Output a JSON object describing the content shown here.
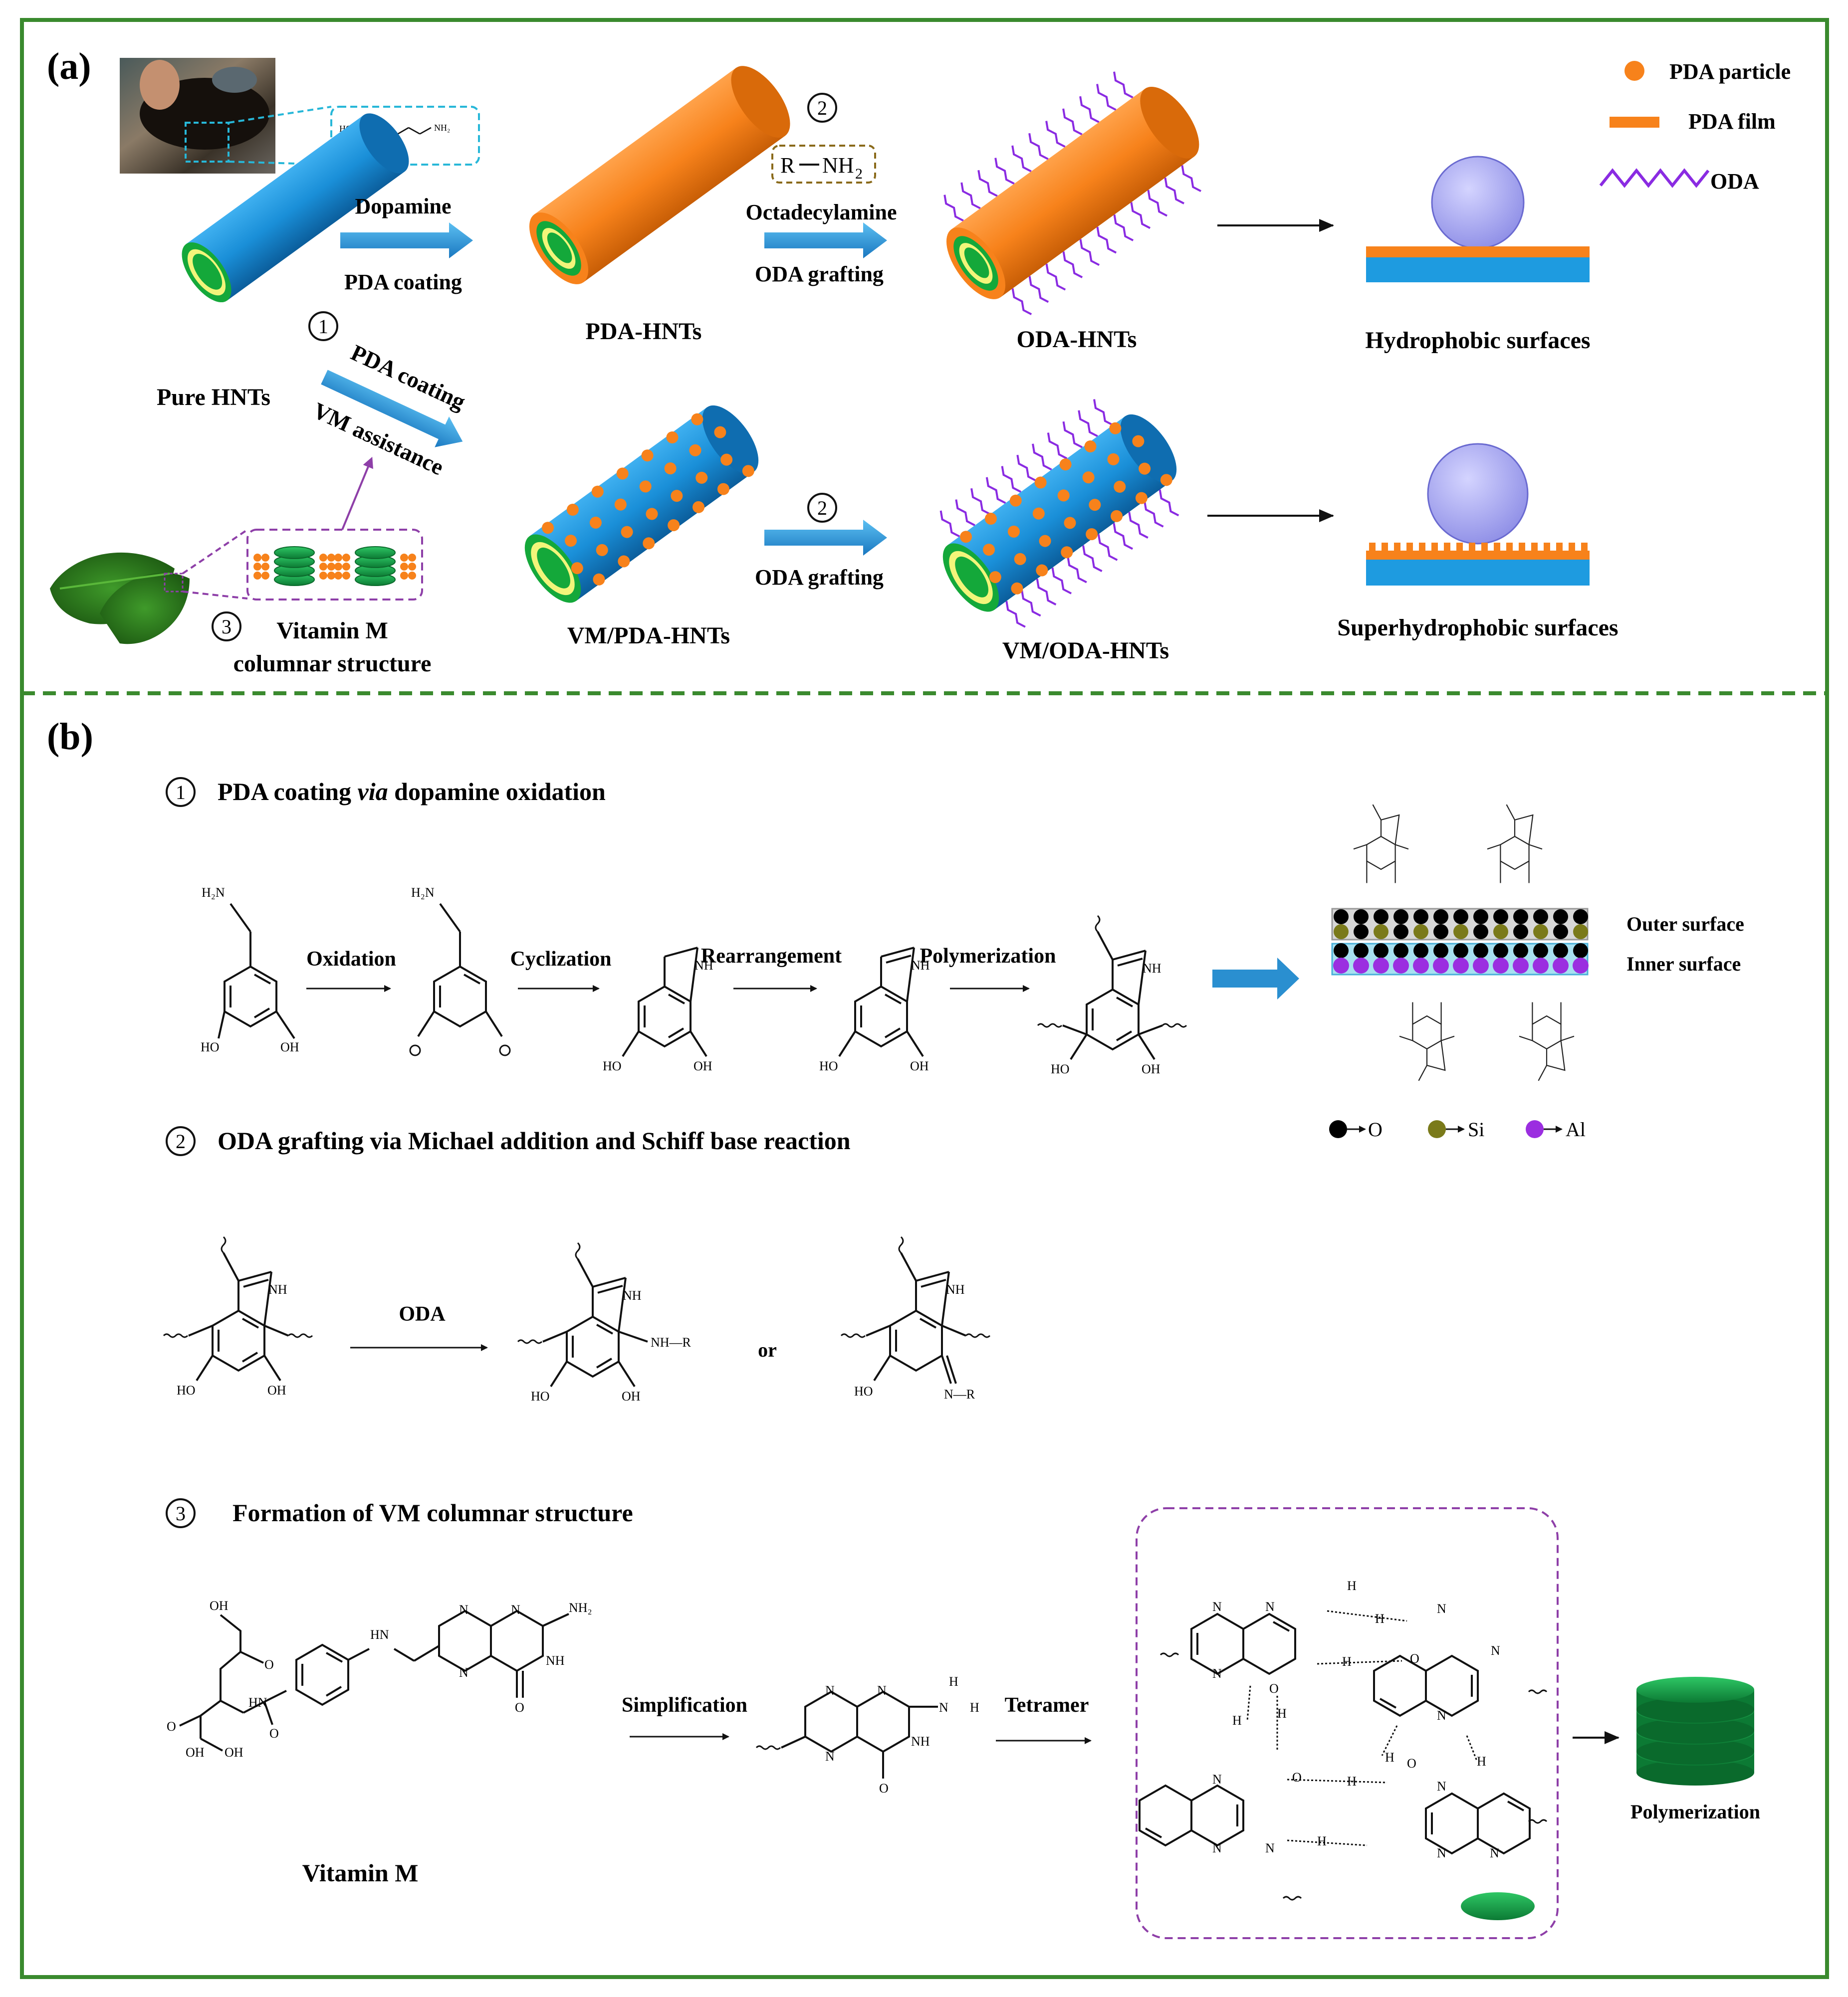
{
  "colors": {
    "frame_green": "#3a8a2e",
    "hnt_blue": "#1a8fd8",
    "hnt_blue_dark": "#0f6db0",
    "pda_orange": "#f7821b",
    "pda_orange_dark": "#d96a0a",
    "lumen_green": "#14a83a",
    "lumen_ring": "#f2f57a",
    "oda_purple": "#8a2be2",
    "droplet": "#a8a8f2",
    "substrate_blue": "#1e9be0",
    "arrow_blue": "#2a8fd0",
    "vm_green": "#1aa54a",
    "dashed_purple": "#8e3fa8",
    "dashed_cyan": "#27b7d8",
    "atom_O": "#000000",
    "atom_Si": "#7a7a1a",
    "atom_Al": "#9b2ee0"
  },
  "panel_a": {
    "label": "(a)",
    "legend": {
      "pda_particle": "PDA particle",
      "pda_film": "PDA film",
      "oda": "ODA"
    },
    "circled_1": "1",
    "circled_2_top": "2",
    "circled_2_bottom": "2",
    "circled_3": "3",
    "dopamine_label": "Dopamine",
    "pda_coating_label": "PDA coating",
    "rnh2_r": "R",
    "rnh2_nh": "NH",
    "rnh2_sub": "2",
    "octadecylamine_label": "Octadecylamine",
    "oda_grafting_top": "ODA grafting",
    "oda_grafting_bottom": "ODA grafting",
    "diag_pda_coating": "PDA coating",
    "diag_vm_assistance": "VM assistance",
    "pure_hnts": "Pure HNTs",
    "pda_hnts": "PDA-HNTs",
    "oda_hnts": "ODA-HNTs",
    "hydrophobic": "Hydrophobic surfaces",
    "vm_pda_hnts": "VM/PDA-HNTs",
    "vm_oda_hnts": "VM/ODA-HNTs",
    "superhydrophobic": "Superhydrophobic surfaces",
    "vitamin_m": "Vitamin M",
    "columnar": "columnar structure",
    "mini_ho1": "HO",
    "mini_ho2": "HO",
    "mini_nh2": "NH₂"
  },
  "panel_b": {
    "label": "(b)",
    "step1": {
      "num": "1",
      "title_a": "PDA coating ",
      "title_via": "via",
      "title_b": " dopamine oxidation",
      "oxidation": "Oxidation",
      "cyclization": "Cyclization",
      "rearrangement": "Rearrangement",
      "polymerization": "Polymerization",
      "h2n_1": "H₂N",
      "h2n_2": "H₂N",
      "nh_1": "NH",
      "nh_2": "NH",
      "nh_3": "NH",
      "ho": "HO",
      "oh": "OH",
      "outer_surface": "Outer surface",
      "inner_surface": "Inner surface",
      "key_o": "O",
      "key_si": "Si",
      "key_al": "Al"
    },
    "step2": {
      "num": "2",
      "title": "ODA grafting via Michael addition and Schiff base reaction",
      "oda": "ODA",
      "or": "or",
      "nh": "NH",
      "ho": "HO",
      "oh": "OH",
      "nhr": "NH—R",
      "nr": "N—R"
    },
    "step3": {
      "num": "3",
      "title": "Formation of VM columnar structure",
      "simplification": "Simplification",
      "tetramer": "Tetramer",
      "vitamin_m": "Vitamin M",
      "polymerization": "Polymerization",
      "oh": "OH",
      "o": "O",
      "n": "N",
      "h": "H",
      "nh": "NH",
      "hn": "HN",
      "nh2": "NH₂"
    }
  }
}
